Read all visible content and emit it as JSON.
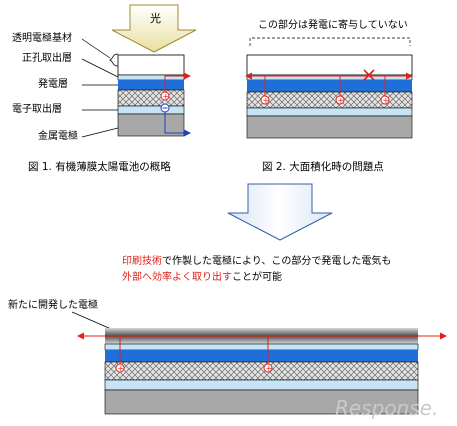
{
  "fig1": {
    "light_label": "光",
    "layers": [
      "透明電極基材",
      "正孔取出層",
      "発電層",
      "電子取出層",
      "金属電極"
    ],
    "caption": "図 1. 有機薄膜太陽電池の概略"
  },
  "fig2": {
    "note": "この部分は発電に寄与していない",
    "caption": "図 2. 大面積化時の問題点"
  },
  "description": {
    "line1_red": "印刷技術",
    "line1_rest": "で作製した電極により、この部分で発電した電気も",
    "line2_red": "外部へ効率よく取り出す",
    "line2_rest": "ことが可能"
  },
  "fig3": {
    "label": "新たに開発した電極"
  },
  "watermark": "Response."
}
